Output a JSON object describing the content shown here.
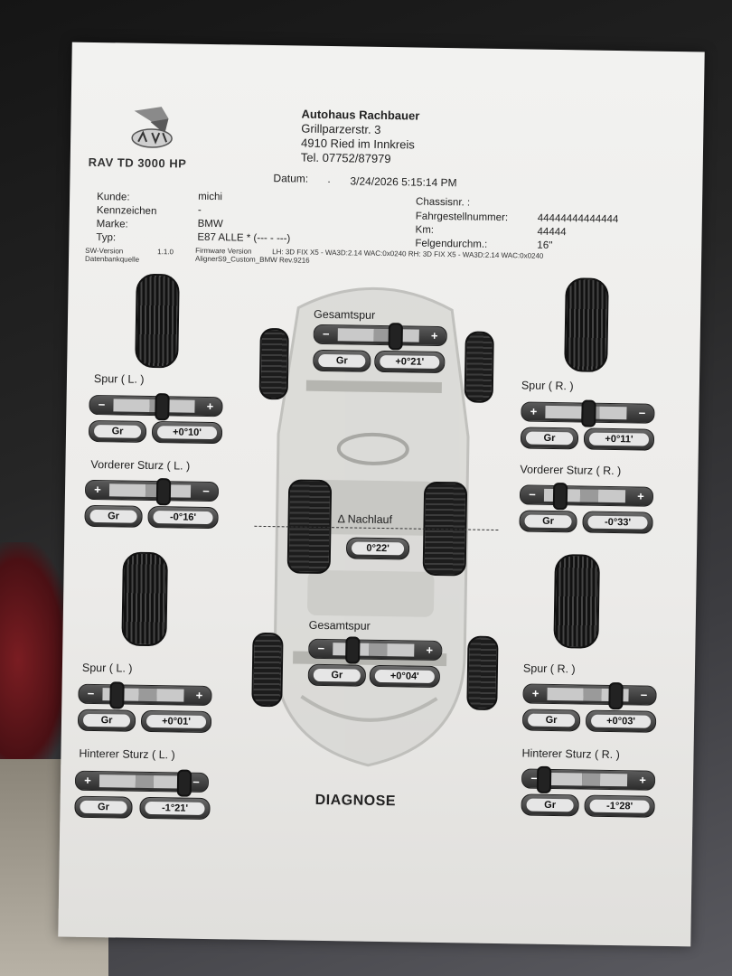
{
  "header": {
    "brand": "RAV TD 3000 HP",
    "shop_name": "Autohaus Rachbauer",
    "shop_street": "Grillparzerstr. 3",
    "shop_city": "4910 Ried im Innkreis",
    "shop_phone": "Tel. 07752/87979",
    "date_label": "Datum:",
    "date_dot": ".",
    "date_value": "3/24/2026  5:15:14 PM"
  },
  "customer": {
    "kunde_label": "Kunde:",
    "kunde_value": "michi",
    "kennzeichen_label": "Kennzeichen",
    "kennzeichen_value": "-",
    "marke_label": "Marke:",
    "marke_value": "BMW",
    "typ_label": "Typ:",
    "typ_value": "E87 ALLE * (--- - ---)",
    "chassis_label": "Chassisnr. :",
    "fgn_label": "Fahrgestellnummer:",
    "fgn_value": "44444444444444",
    "km_label": "Km:",
    "km_value": "44444",
    "felgen_label": "Felgendurchm.:",
    "felgen_value": "16''"
  },
  "software": {
    "sw_label": "SW-Version",
    "sw_value": "1.1.0",
    "db_label": "Datenbankquelle",
    "fw_label": "Firmware Version",
    "fw_value": "LH: 3D FIX X5 - WA3D:2.14 WAC:0x0240 RH: 3D FIX X5 - WA3D:2.14 WAC:0x0240",
    "db_value": "AlignerS9_Custom_BMW Rev.9216"
  },
  "common": {
    "unit": "Gr",
    "minus": "−",
    "plus": "+"
  },
  "measurements": {
    "front_total": {
      "label": "Gesamtspur",
      "value": "+0°21'"
    },
    "front_left_toe": {
      "label": "Spur ( L. )",
      "value": "+0°10'"
    },
    "front_right_toe": {
      "label": "Spur ( R. )",
      "value": "+0°11'"
    },
    "front_left_camber": {
      "label": "Vorderer Sturz ( L. )",
      "value": "-0°16'"
    },
    "front_right_camber": {
      "label": "Vorderer Sturz ( R. )",
      "value": "-0°33'"
    },
    "caster_diff": {
      "label": "Δ Nachlauf",
      "value": "0°22'"
    },
    "rear_total": {
      "label": "Gesamtspur",
      "value": "+0°04'"
    },
    "rear_left_toe": {
      "label": "Spur ( L. )",
      "value": "+0°01'"
    },
    "rear_right_toe": {
      "label": "Spur ( R. )",
      "value": "+0°03'"
    },
    "rear_left_camber": {
      "label": "Hinterer Sturz ( L. )",
      "value": "-1°21'"
    },
    "rear_right_camber": {
      "label": "Hinterer Sturz ( R. )",
      "value": "-1°28'"
    }
  },
  "footer": {
    "title": "DIAGNOSE"
  }
}
